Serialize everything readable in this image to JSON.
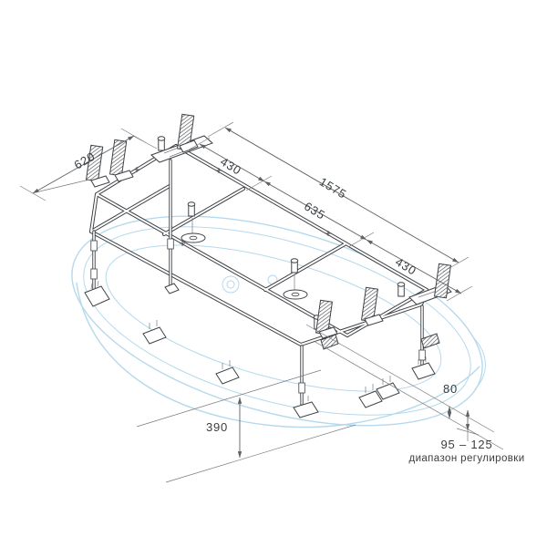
{
  "diagram": {
    "subject": "isometric drawing of a bathtub support frame with adjustable legs and wall brackets",
    "dims": {
      "width": "620",
      "span_left": "430",
      "total_length": "1575",
      "span_mid": "635",
      "span_right": "430",
      "drop": "80",
      "leg_height": "390",
      "range_value": "95 – 125",
      "range_caption": "диапазон регулировки"
    },
    "colors": {
      "frame_line": "#3f4246",
      "dimension_line": "#5d6165",
      "tub_outline": "#b5d9ec",
      "label_text": "#3a3d40",
      "background": "#ffffff"
    }
  }
}
